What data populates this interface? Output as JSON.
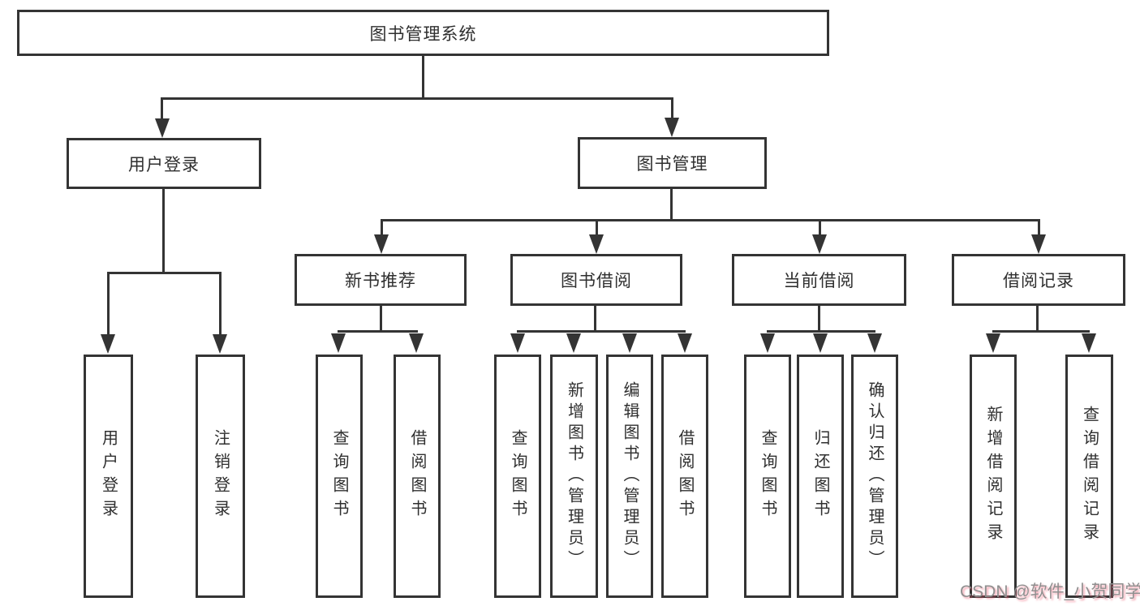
{
  "title": {
    "label": "图书管理系统"
  },
  "level2": {
    "user_login": {
      "label": "用户登录"
    },
    "book_management": {
      "label": "图书管理"
    }
  },
  "level3": {
    "new_book_recommend": {
      "label": "新书推荐"
    },
    "book_borrow": {
      "label": "图书借阅"
    },
    "current_borrow": {
      "label": "当前借阅"
    },
    "borrow_records": {
      "label": "借阅记录"
    }
  },
  "leaves": {
    "user_login": {
      "label": "用户登录"
    },
    "logout": {
      "label": "注销登录"
    },
    "nb_query_books": {
      "label": "查询图书"
    },
    "nb_borrow_books": {
      "label": "借阅图书"
    },
    "bb_query_books": {
      "label": "查询图书"
    },
    "bb_add_books": {
      "label": "新增图书（管理员）"
    },
    "bb_edit_books": {
      "label": "编辑图书（管理员）"
    },
    "bb_borrow_books": {
      "label": "借阅图书"
    },
    "cb_query_books": {
      "label": "查询图书"
    },
    "cb_return_books": {
      "label": "归还图书"
    },
    "cb_confirm_return": {
      "label": "确认归还（管理员）"
    },
    "br_add_record": {
      "label": "新增借阅记录"
    },
    "br_query_record": {
      "label": "查询借阅记录"
    }
  },
  "watermark": {
    "text": "CSDN @软件_小贺同学"
  },
  "colors": {
    "line": "#343434",
    "text": "#2f2f2f",
    "background": "#ffffff",
    "watermark_text": "#8f8f8f",
    "watermark_shadow": "#e9546b"
  }
}
